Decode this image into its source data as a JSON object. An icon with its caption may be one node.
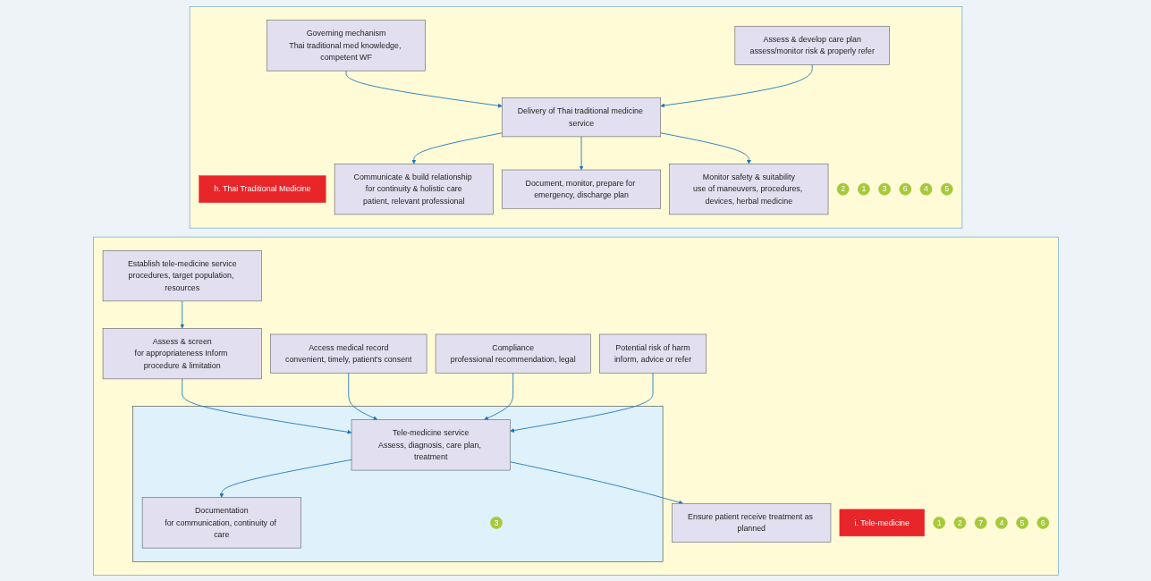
{
  "diagram": {
    "nodes": [
      {
        "text": [],
        "shape": "box"
      },
      {
        "text": [
          "h. Thai Traditional Medicine"
        ],
        "in": 0
      },
      {
        "text": [
          "2"
        ],
        "in": 0
      },
      {
        "text": [
          "Governing mechanism",
          "Thai traditional med knowledge, competent WF"
        ],
        "in": 0
      },
      {
        "text": [
          "1"
        ],
        "in": 0
      },
      {
        "text": [
          "Assess & develop care plan",
          "assess/monitor risk & properly refer"
        ],
        "in": 0
      },
      {
        "text": [
          "3"
        ],
        "in": 0
      },
      {
        "text": [
          "Delivery of Thai traditional medicine service"
        ],
        "in": 0
      },
      {
        "text": [
          "6"
        ],
        "in": 0
      },
      {
        "text": [
          "Communicate & build relationship for continuity & holistic care",
          "patient, relevant professional"
        ],
        "in": 0
      },
      {
        "text": [
          "4"
        ],
        "in": 0
      },
      {
        "text": [
          "Document, monitor, prepare for emergency, discharge plan"
        ],
        "in": 0
      },
      {
        "text": [
          "5"
        ],
        "in": 0
      },
      {
        "text": [
          "Monitor safety & suitability",
          "use of maneuvers, procedures, devices, herbal medicine"
        ],
        "in": 0
      },
      {
        "text": [],
        "shape": "box"
      },
      {
        "text": [
          "i. Tele-medicine"
        ],
        "in": 14
      },
      {
        "text": [
          "1"
        ],
        "in": 14
      },
      {
        "text": [
          "Establish tele-medicine service",
          "procedures, target population, resources"
        ],
        "in": 14
      },
      {
        "text": [
          "2"
        ],
        "in": 14
      },
      {
        "text": [
          "Assess & screen",
          "for appropriateness Inform procedure & limitation"
        ],
        "in": 14
      },
      {
        "text": [
          "7"
        ],
        "in": 14
      },
      {
        "text": [
          "Potential risk of harm",
          "inform, advice or refer"
        ],
        "in": 14
      },
      {
        "text": [
          "4"
        ],
        "in": 14
      },
      {
        "text": [
          "Access medical record",
          "convenient, timely, patient's consent"
        ],
        "in": 14
      },
      {
        "text": [
          "5"
        ],
        "in": 14
      },
      {
        "text": [
          "Compliance",
          "professional recommendation, legal"
        ],
        "in": 14
      },
      {
        "text": [],
        "shape": "box",
        "in": 14
      },
      {
        "text": [
          "Tele-medicine service",
          "Assess, diagnosis, care plan, treatment"
        ],
        "in": 26
      },
      {
        "text": [
          "6"
        ],
        "in": 14
      },
      {
        "text": [
          "Ensure patient receive treatment as planned"
        ],
        "in": 14
      },
      {
        "text": [
          "3"
        ],
        "in": 26
      },
      {
        "text": [
          "Documentation",
          "for communication, continuity of care"
        ],
        "in": 26
      }
    ],
    "edges": [
      {
        "from": 3,
        "to": 7,
        "arrow": "to"
      },
      {
        "from": 5,
        "to": 7,
        "arrow": "to"
      },
      {
        "from": 7,
        "to": 9,
        "arrow": "to"
      },
      {
        "from": 7,
        "to": 11,
        "arrow": "to"
      },
      {
        "from": 7,
        "to": 13,
        "arrow": "to"
      },
      {
        "from": 17,
        "to": 19,
        "arrow": "to"
      },
      {
        "from": 19,
        "to": 27,
        "arrow": "to"
      },
      {
        "from": 23,
        "to": 27,
        "arrow": "to"
      },
      {
        "from": 25,
        "to": 27,
        "arrow": "to"
      },
      {
        "from": 21,
        "to": 27,
        "arrow": "to"
      },
      {
        "from": 27,
        "to": 31,
        "arrow": "to"
      },
      {
        "from": 27,
        "to": 29,
        "arrow": "to"
      }
    ]
  }
}
